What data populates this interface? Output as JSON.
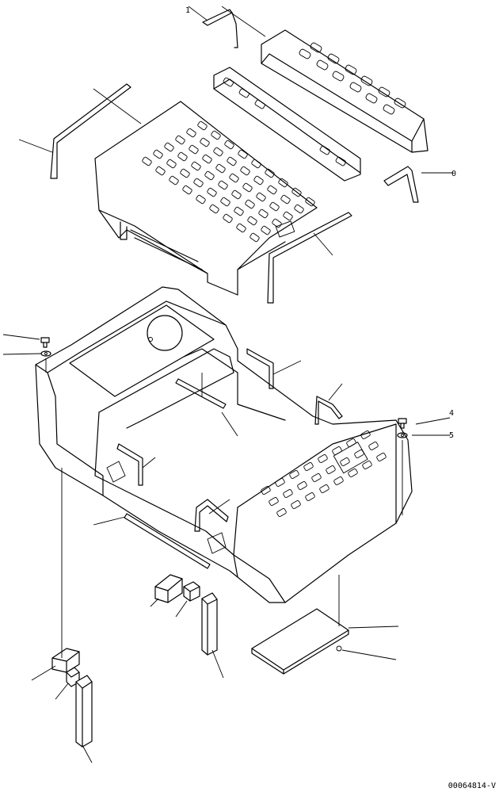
{
  "drawing": {
    "drawing_number": "00064814-V"
  },
  "part_labels": {
    "callout_top": "1",
    "callout_right_upper": "0",
    "callout_right_bolt": "4",
    "callout_right_washer": "5"
  }
}
